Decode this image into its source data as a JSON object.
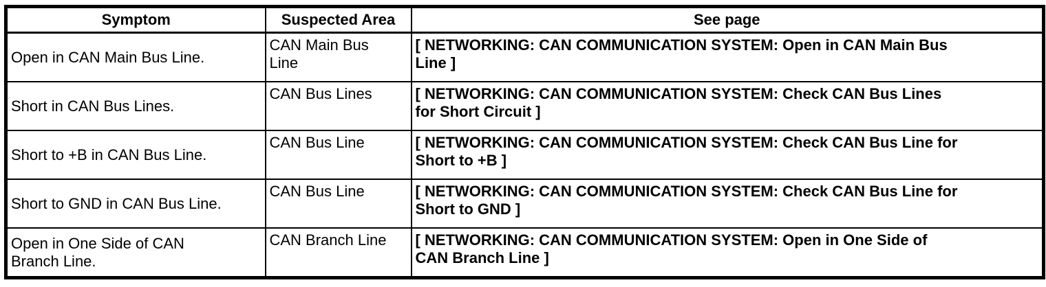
{
  "table": {
    "headers": [
      "Symptom",
      "Suspected Area",
      "See page"
    ],
    "rows": [
      {
        "symptom": "Open in CAN Main Bus Line.",
        "suspected_area": "CAN Main Bus\nLine",
        "see_page": "[ NETWORKING: CAN COMMUNICATION SYSTEM: Open in CAN Main Bus\nLine ]"
      },
      {
        "symptom": "Short in CAN Bus Lines.",
        "suspected_area": "CAN Bus Lines",
        "see_page": "[ NETWORKING: CAN COMMUNICATION SYSTEM: Check CAN Bus Lines\nfor Short Circuit ]"
      },
      {
        "symptom": "Short to +B in CAN Bus Line.",
        "suspected_area": "CAN Bus Line",
        "see_page": "[ NETWORKING: CAN COMMUNICATION SYSTEM: Check CAN Bus Line for\nShort to +B ]"
      },
      {
        "symptom": "Short to GND in CAN Bus Line.",
        "suspected_area": "CAN Bus Line",
        "see_page": "[ NETWORKING: CAN COMMUNICATION SYSTEM: Check CAN Bus Line for\nShort to GND ]"
      },
      {
        "symptom": "Open in One Side of CAN\nBranch Line.",
        "suspected_area": "CAN Branch Line",
        "see_page": "[ NETWORKING: CAN COMMUNICATION SYSTEM: Open in One Side of\nCAN Branch Line ]"
      }
    ]
  }
}
